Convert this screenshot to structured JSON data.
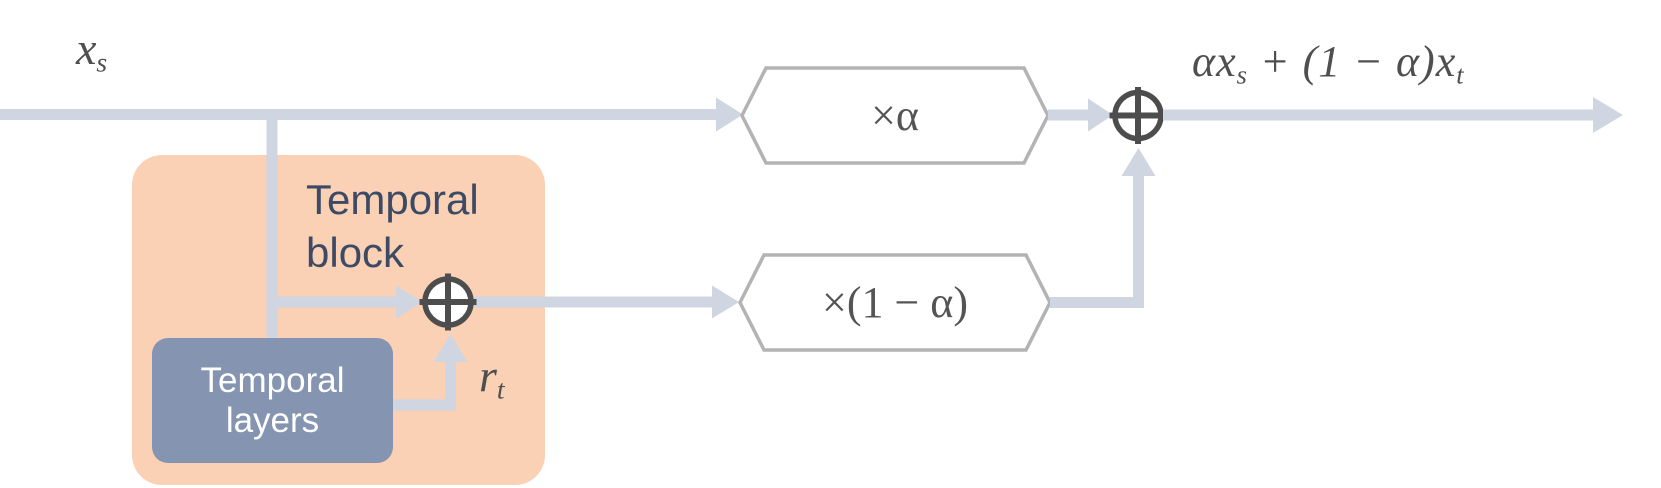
{
  "diagram": {
    "colors": {
      "arrow_line": "#CFD5E1",
      "hexagon_border": "#B3B3B3",
      "operator_stroke": "#4D4D4D",
      "temporal_block_fill": "#FBD1B5",
      "temporal_layers_fill": "#8494B1",
      "block_title_text": "#3C4A64",
      "math_text": "#4F4F4F",
      "hexagon_text": "#545454",
      "layers_text": "#FFFFFF"
    },
    "labels": {
      "input": {
        "base": "x",
        "sub": "s"
      },
      "residual": {
        "base": "r",
        "sub": "t"
      },
      "output": {
        "part1": "αx",
        "sub1": "s",
        "part2": " + (1 − α)x",
        "sub2": "t"
      },
      "temporal_block_line1": "Temporal",
      "temporal_block_line2": "block",
      "temporal_layers_line1": "Temporal",
      "temporal_layers_line2": "layers",
      "scale_alpha": "×α",
      "scale_one_minus_alpha": "×(1 − α)"
    },
    "icons": {
      "sum_operator": "circled-plus",
      "arrowhead": "triangle-right"
    }
  }
}
